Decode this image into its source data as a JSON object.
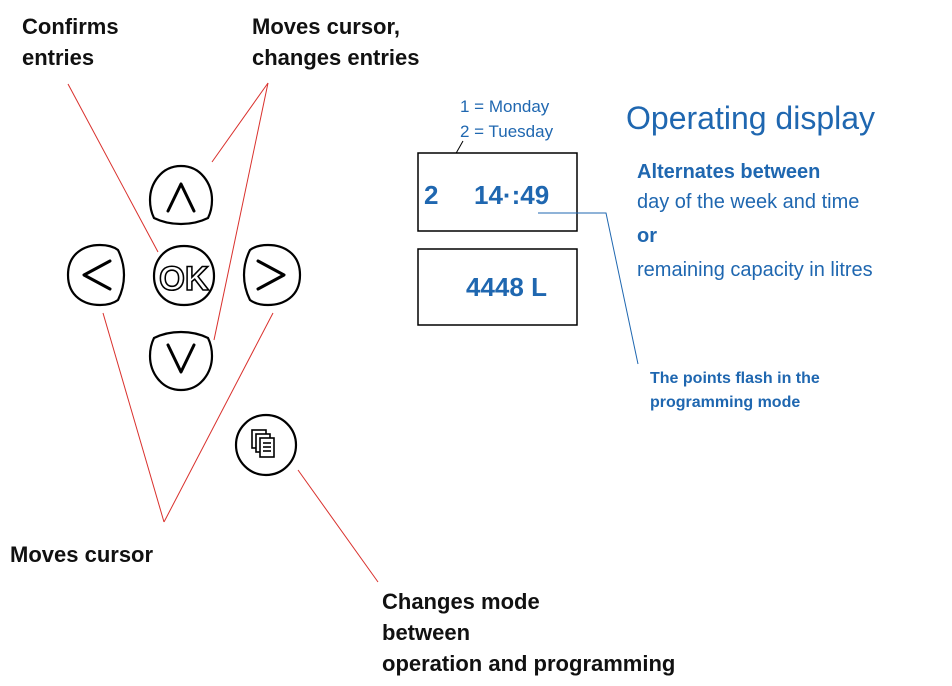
{
  "labels": {
    "confirms": [
      "Confirms",
      "entries"
    ],
    "moves_changes": [
      "Moves cursor,",
      "changes entries"
    ],
    "moves_cursor": "Moves cursor",
    "changes_mode": [
      "Changes mode",
      "between",
      "operation and programming"
    ]
  },
  "buttons": {
    "ok_label": "OK"
  },
  "display": {
    "day_legend": [
      "1 = Monday",
      "2 = Tuesday"
    ],
    "day_value": "2",
    "time_value": "14·:49",
    "capacity_value": "4448 L",
    "flash_note": [
      "The points flash in the",
      "programming mode"
    ]
  },
  "operating": {
    "title": "Operating display",
    "alternates": "Alternates between",
    "line1": "day of the week and time",
    "or": "or",
    "line2": "remaining capacity in litres"
  },
  "colors": {
    "blue": "#1f67b0",
    "red": "#d9302c",
    "black": "#111111"
  }
}
